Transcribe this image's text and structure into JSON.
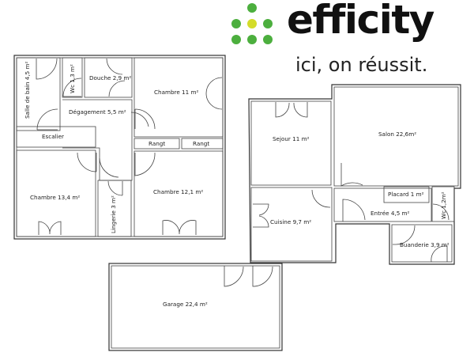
{
  "brand": {
    "name": "efficity",
    "tagline": "ici, on réussit.",
    "colors": {
      "green": "#4caf3e",
      "yellow": "#d4dc2a",
      "text": "#111111"
    }
  },
  "floor_plan": {
    "rooms": [
      {
        "id": "salle-de-bain",
        "label": "Salle de bain 4,5 m²",
        "orientation": "vertical"
      },
      {
        "id": "wc-1",
        "label": "Wc 1,3 m²",
        "orientation": "vertical"
      },
      {
        "id": "douche",
        "label": "Douche 2,9 m²"
      },
      {
        "id": "degagement",
        "label": "Dégagement 5,5 m²"
      },
      {
        "id": "chambre-11",
        "label": "Chambre 11 m²"
      },
      {
        "id": "escalier",
        "label": "Escalier"
      },
      {
        "id": "rangt-1",
        "label": "Rangt"
      },
      {
        "id": "rangt-2",
        "label": "Rangt"
      },
      {
        "id": "chambre-13",
        "label": "Chambre 13,4 m²"
      },
      {
        "id": "lingerie",
        "label": "Lingerie 3 m²",
        "orientation": "vertical"
      },
      {
        "id": "chambre-12",
        "label": "Chambre 12,1 m²"
      },
      {
        "id": "sejour",
        "label": "Sejour 11 m²"
      },
      {
        "id": "salon",
        "label": "Salon 22,6m²"
      },
      {
        "id": "placard",
        "label": "Placard 1 m²"
      },
      {
        "id": "wc-2",
        "label": "Wc 1,2m²",
        "orientation": "vertical"
      },
      {
        "id": "entree",
        "label": "Entrée 4,5 m²"
      },
      {
        "id": "cuisine",
        "label": "Cuisine 9,7 m²"
      },
      {
        "id": "buanderie",
        "label": "Buanderie 3,9 m²"
      },
      {
        "id": "garage",
        "label": "Garage 22,4 m²"
      }
    ]
  }
}
